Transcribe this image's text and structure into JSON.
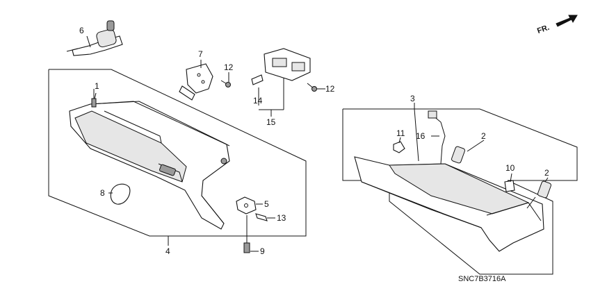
{
  "diagram": {
    "callouts": [
      "1",
      "2",
      "2",
      "3",
      "4",
      "5",
      "6",
      "7",
      "8",
      "9",
      "10",
      "11",
      "12",
      "12",
      "13",
      "14",
      "15",
      "16"
    ],
    "direction_label": "FR.",
    "diagram_code": "SNC7B3716A"
  }
}
